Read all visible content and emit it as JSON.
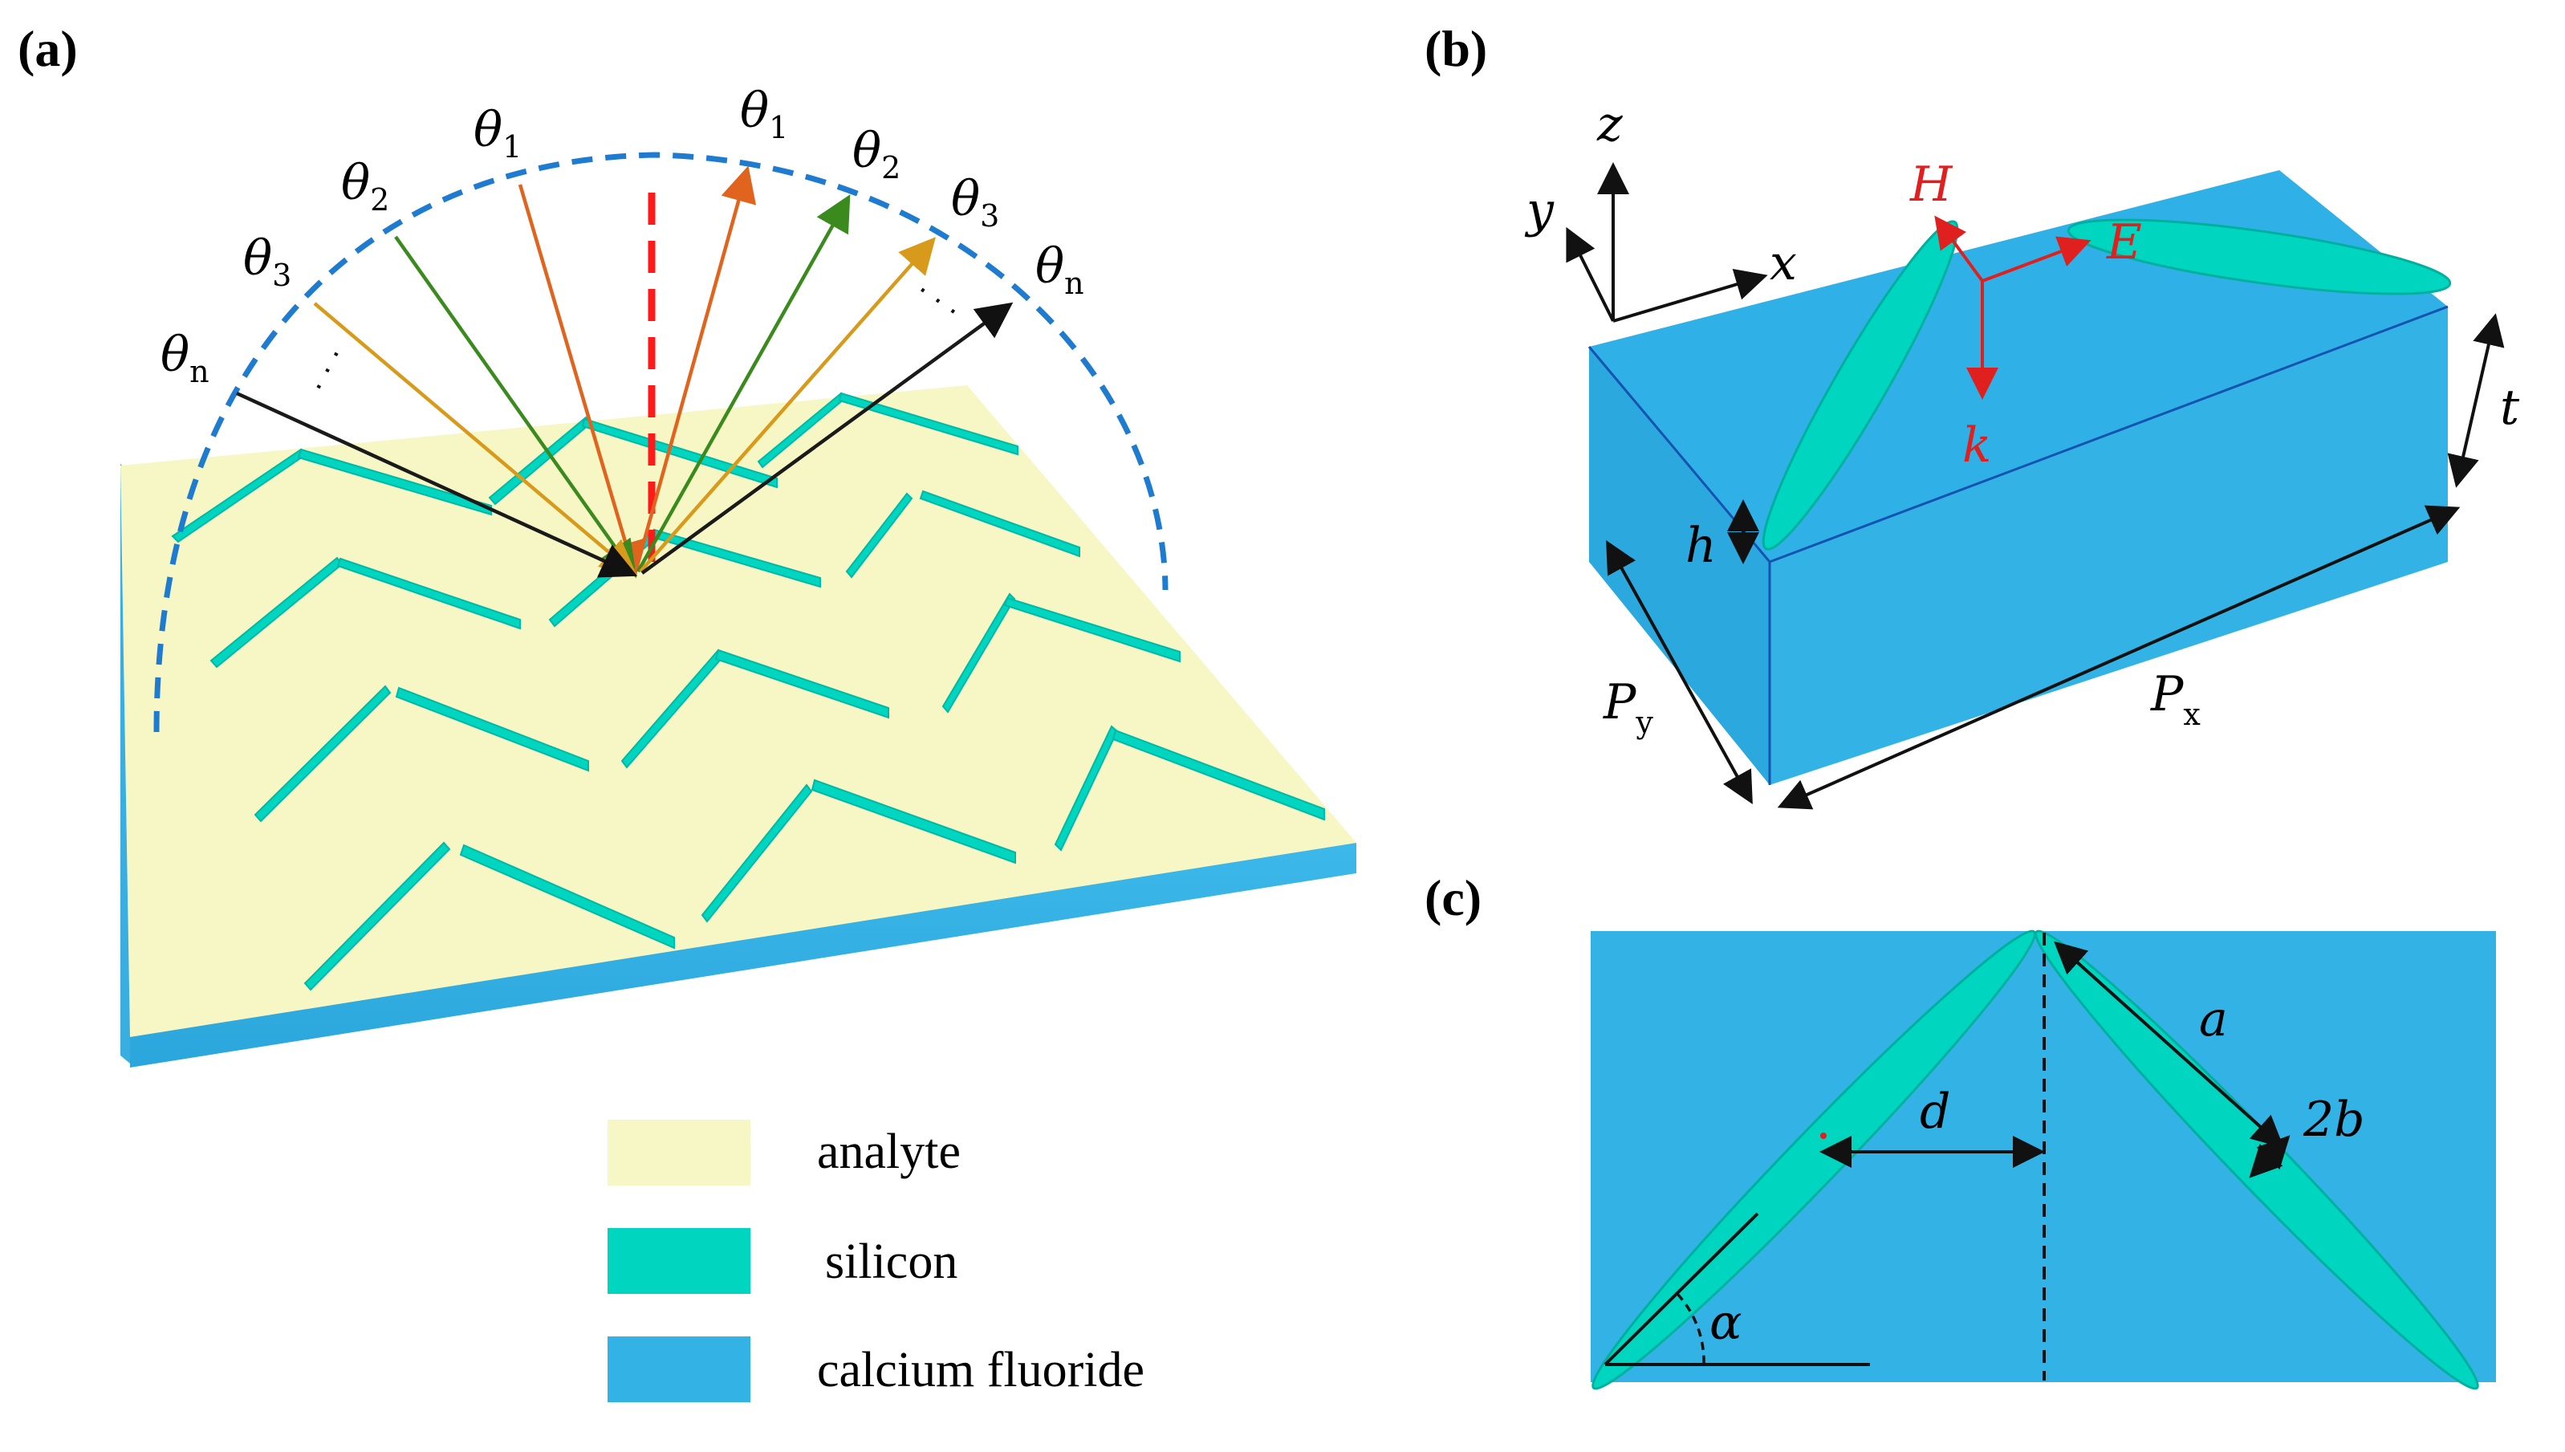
{
  "panels": {
    "a": "(a)",
    "b": "(b)",
    "c": "(c)"
  },
  "colors": {
    "analyte": "#f7f7c5",
    "silicon": "#00d5c0",
    "calcium_fluoride": "#33b3e5",
    "dashed_arc": "#1e7bd0",
    "normal_line": "#ff1a1a",
    "field_vectors": "#e0201f",
    "theta1_ray": "#e0641e",
    "theta2_ray": "#3a8a1e",
    "theta3_ray": "#d89a1a",
    "thetan_ray": "#1a1a1a"
  },
  "panel_a": {
    "angle_labels_left": [
      {
        "main": "θ",
        "sub": "1"
      },
      {
        "main": "θ",
        "sub": "2"
      },
      {
        "main": "θ",
        "sub": "3"
      },
      {
        "main": "θ",
        "sub": "n"
      }
    ],
    "angle_labels_right": [
      {
        "main": "θ",
        "sub": "1"
      },
      {
        "main": "θ",
        "sub": "2"
      },
      {
        "main": "θ",
        "sub": "3"
      },
      {
        "main": "θ",
        "sub": "n"
      }
    ],
    "ellipsis_left": "· · ·",
    "ellipsis_right": "· · ·"
  },
  "legend": [
    {
      "label": "analyte",
      "color": "#f7f7c5"
    },
    {
      "label": "silicon",
      "color": "#00d5c0"
    },
    {
      "label": "calcium fluoride",
      "color": "#33b3e5"
    }
  ],
  "panel_b": {
    "axes": {
      "z": "z",
      "y": "y",
      "x": "x"
    },
    "fields": {
      "H": "H",
      "E": "E",
      "k": "k"
    },
    "dims": {
      "h": "h",
      "t": "t",
      "Px_main": "P",
      "Px_sub": "x",
      "Py_main": "P",
      "Py_sub": "y"
    }
  },
  "panel_c": {
    "labels": {
      "a": "a",
      "two_b": "2b",
      "d": "d",
      "alpha": "α"
    }
  }
}
